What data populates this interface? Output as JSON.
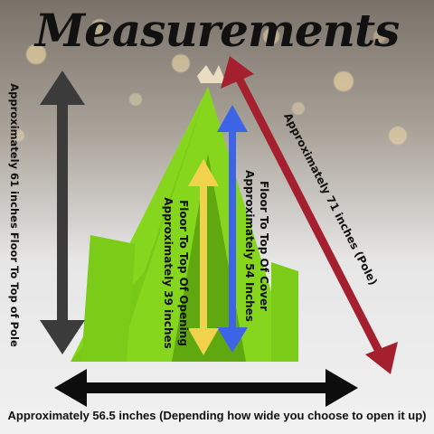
{
  "title": "Measurements",
  "labels": {
    "pole_height": "Approximately 61 inches Floor To Top of Pole",
    "pole_length": "Approximately 71 inches (Pole)",
    "cover_line1": "Floor To Top Of Cover",
    "cover_line2": "Approximately 54 Inches",
    "opening_line1": "Floor To Top Of Opening",
    "opening_line2": "Approximately 39 inches",
    "width": "Approximately 56.5 inches (Depending how wide you choose to open it up)"
  },
  "colors": {
    "tent_green": "#86d61e",
    "arrow_dark": "#3b3b3b",
    "arrow_red": "#a5202f",
    "arrow_blue": "#3d63e6",
    "arrow_yellow": "#f2d24c",
    "arrow_black": "#0d0d0d"
  }
}
